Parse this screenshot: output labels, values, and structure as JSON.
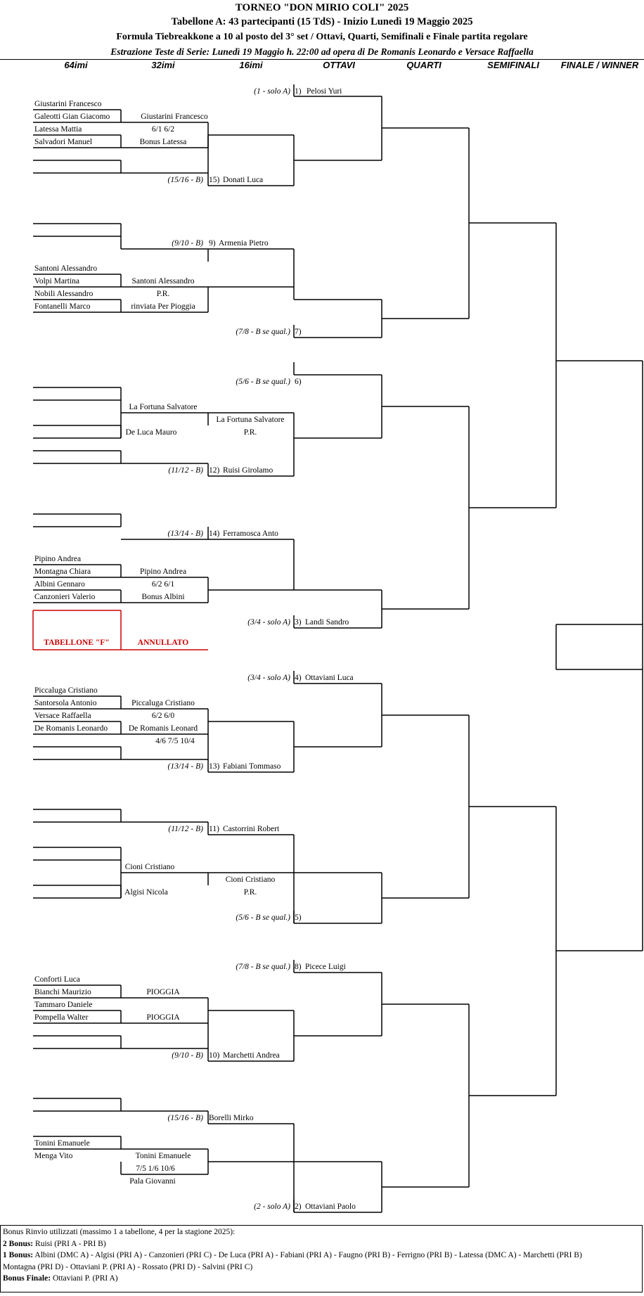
{
  "header": {
    "title": "TORNEO  \"DON  MIRIO  COLI\"  2025",
    "subtitle": "Tabellone A: 43 partecipanti (15 TdS) - Inizio Lunedì 19 Maggio 2025",
    "formula": "Formula Tiebreakkone a 10 al posto del 3° set / Ottavi, Quarti, Semifinali e Finale partita regolare",
    "draw": "Estrazione Teste di Serie: Lunedì 19 Maggio h. 22:00 ad opera di De Romanis Leonardo e Versace Raffaella"
  },
  "columns": [
    "64imi",
    "32imi",
    "16imi",
    "OTTAVI",
    "QUARTI",
    "SEMIFINALI",
    "FINALE / WINNER"
  ],
  "r64": {
    "b1": [
      "Giustarini Francesco",
      "Galeotti Gian Giacomo",
      "Latessa Mattia",
      "Salvadori Manuel"
    ],
    "b4": [
      "Santoni Alessandro",
      "Volpi Martina",
      "Nobili Alessandro",
      "Fontanelli Marco"
    ],
    "b8": [
      "Pipino Andrea",
      "Montagna Chiara",
      "Albini Gennaro",
      "Canzonieri Valerio"
    ],
    "b9": [
      "Piccaluga Cristiano",
      "Santorsola Antonio",
      "Versace Raffaella",
      "De Romanis Leonardo"
    ],
    "b13": [
      "Conforti Luca",
      "Bianchi Maurizio",
      "Tammaro Daniele",
      "Pompella Walter"
    ],
    "b16": [
      "Tonini Emanuele",
      "Menga Vito"
    ]
  },
  "r32": {
    "b1a": "Giustarini Francesco",
    "b1a_score": "6/1  6/2",
    "b1b": "Bonus Latessa",
    "b4a": "Santoni Alessandro",
    "b4a_score": "P.R.",
    "b4b": "rinviata Per Pioggia",
    "b6a": "La Fortuna Salvatore",
    "b6b": "De Luca Mauro",
    "b8a": "Pipino Andrea",
    "b8a_score": "6/2  6/1",
    "b8b": "Bonus Albini",
    "b9a": "Piccaluga Cristiano",
    "b9a_score": "6/2  6/0",
    "b9b": "De Romanis Leonard",
    "b9b_score": "4/6  7/5  10/4",
    "b12a": "Cioni Cristiano",
    "b12b": "Algisi Nicola",
    "b13a": "PIOGGIA",
    "b13b": "PIOGGIA",
    "b16a": "Tonini Emanuele",
    "b16a_score": "7/5  1/6  10/6",
    "b16b": "Pala Giovanni"
  },
  "r16": {
    "s1": "Pelosi Yuri",
    "s1_seed": "(1 - solo A)",
    "s1_num": "1)",
    "s2": "Donati Luca",
    "s2_seed": "(15/16 - B)",
    "s2_num": "15)",
    "s3": "Armenia Pietro",
    "s3_seed": "(9/10 - B)",
    "s3_num": "9)",
    "s4": "",
    "s4_seed": "(7/8 - B se qual.)",
    "s4_num": "7)",
    "s5": "",
    "s5_seed": "(5/6 - B se qual.)",
    "s5_num": "6)",
    "s6a": "La Fortuna Salvatore",
    "s6a_score": "P.R.",
    "s6": "Ruisi Girolamo",
    "s6_seed": "(11/12 - B)",
    "s6_num": "12)",
    "s7": "Ferramosca Anto",
    "s7_seed": "(13/14 - B)",
    "s7_num": "14)",
    "s8": "Landi Sandro",
    "s8_seed": "(3/4 - solo A)",
    "s8_num": "3)",
    "s9": "Ottaviani Luca",
    "s9_seed": "(3/4 - solo A)",
    "s9_num": "4)",
    "s10": "Fabiani Tommaso",
    "s10_seed": "(13/14 - B)",
    "s10_num": "13)",
    "s11": "Castorrini Robert",
    "s11_seed": "(11/12 - B)",
    "s11_num": "11)",
    "s12a": "Cioni Cristiano",
    "s12a_score": "P.R.",
    "s12": "",
    "s12_seed": "(5/6 - B se qual.)",
    "s12_num": "5)",
    "s13": "Picece Luigi",
    "s13_seed": "(7/8 - B se qual.)",
    "s13_num": "8)",
    "s14": "Marchetti Andrea",
    "s14_seed": "(9/10 - B)",
    "s14_num": "10)",
    "s15": "Borelli Mirko",
    "s15_seed": "(15/16 - B)",
    "s15_num": "",
    "s16": "Ottaviani Paolo",
    "s16_seed": "(2 - solo A)",
    "s16_num": "2)"
  },
  "annulled": {
    "label": "TABELLONE \"F\"",
    "status": "ANNULLATO"
  },
  "footer": {
    "line1": "Bonus Rinvio utilizzati (massimo 1 a tabellone, 4 per la stagione 2025):",
    "line2_label": "2 Bonus:",
    "line2": " Ruisi (PRI A - PRI B)",
    "line3_label": "1 Bonus:",
    "line3": " Albini (DMC A) - Algisi (PRI A) - Canzonieri (PRI C) - De Luca (PRI A) - Fabiani (PRI A) - Faugno (PRI B) - Ferrigno (PRI B) - Latessa (DMC A) - Marchetti (PRI B)",
    "line4": "Montagna (PRI D) - Ottaviani P. (PRI A) - Rossato (PRI D) - Salvini (PRI C)",
    "line5_label": "Bonus Finale:",
    "line5": " Ottaviani P. (PRI A)"
  },
  "colors": {
    "line": "#000000",
    "annulled": "#cc0000"
  }
}
